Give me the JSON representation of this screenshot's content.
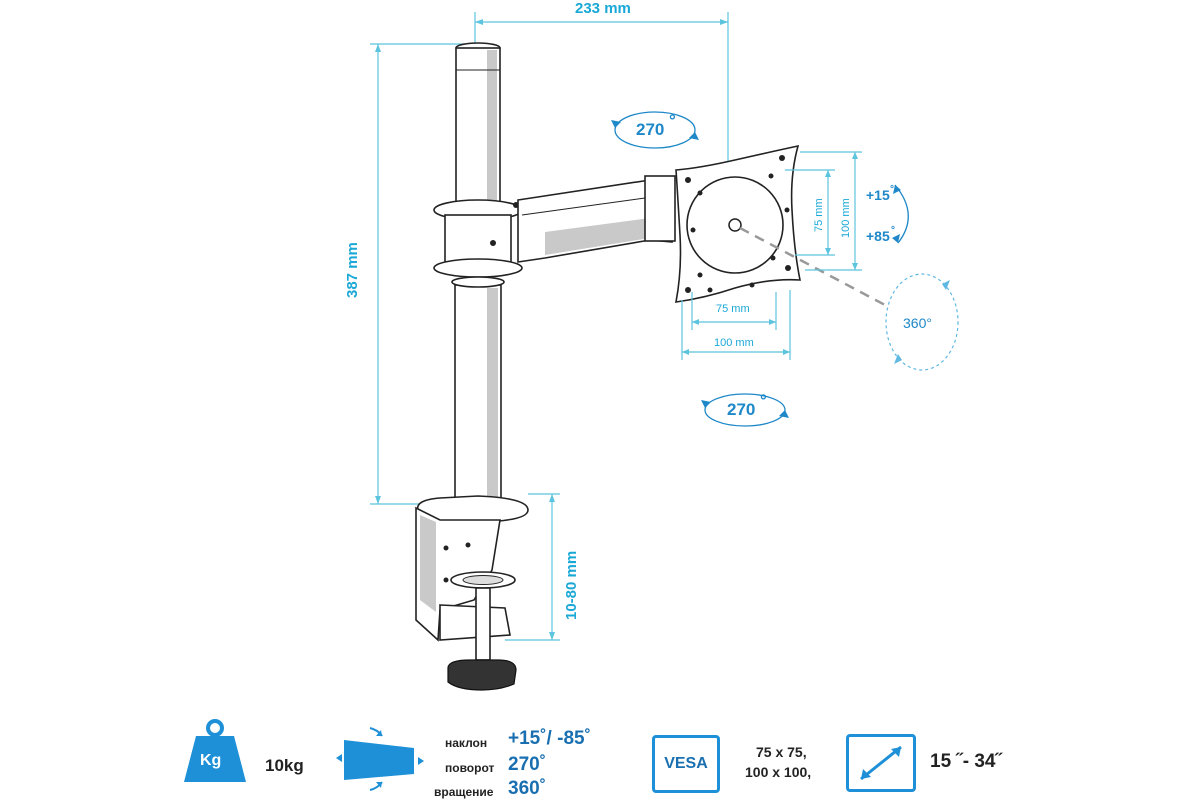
{
  "dimensions": {
    "arm_reach": "233 mm",
    "pole_height": "387 mm",
    "desk_thickness": "10-80 mm",
    "vesa_h_small": "75 mm",
    "vesa_h_large": "100 mm",
    "vesa_v_small": "75 mm",
    "vesa_v_large": "100 mm"
  },
  "rotations": {
    "arm_swivel_top": "270",
    "arm_swivel_bottom": "270",
    "tilt_up": "+15",
    "tilt_down": "+85",
    "rotate": "360°",
    "degree_symbol": "°"
  },
  "specs": {
    "weight_icon_text": "Kg",
    "weight_value": "10kg",
    "tilt_label": "наклон",
    "tilt_value": "+15˚/ -85˚",
    "swivel_label": "поворот",
    "swivel_value": "270˚",
    "rotate_label": "вращение",
    "rotate_value": "360˚",
    "vesa_icon_text": "VESA",
    "vesa_line1": "75 x 75,",
    "vesa_line2": "100 x 100,",
    "screen_size": "15 ˝- 34˝"
  },
  "colors": {
    "accent": "#1aa8d6",
    "spec_blue": "#1a6fb0",
    "icon_blue": "#1e90d8"
  }
}
